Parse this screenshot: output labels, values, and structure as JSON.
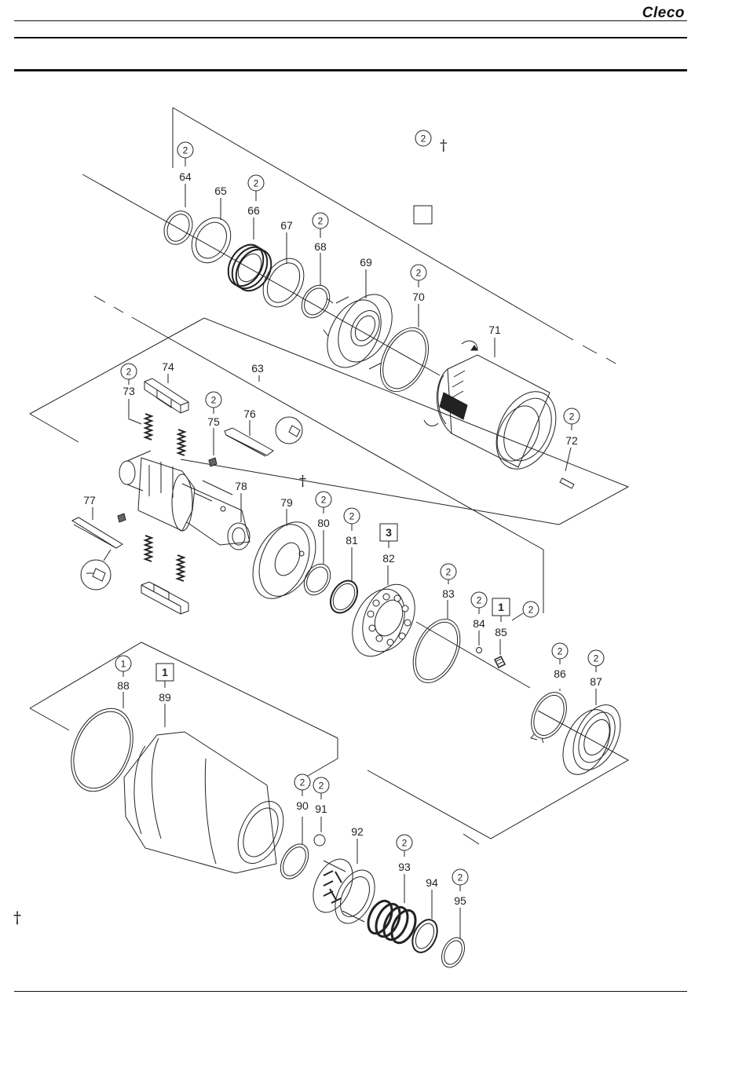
{
  "header": {
    "brand": "Cleco"
  },
  "legend": {
    "circle_number": "2",
    "dagger_symbol": "†"
  },
  "footnote": {
    "dagger_symbol": "†"
  },
  "callouts": [
    {
      "id": "64",
      "badge": "2"
    },
    {
      "id": "65"
    },
    {
      "id": "66",
      "badge": "2"
    },
    {
      "id": "67"
    },
    {
      "id": "68",
      "badge": "2"
    },
    {
      "id": "69"
    },
    {
      "id": "70",
      "badge": "2"
    },
    {
      "id": "71"
    },
    {
      "id": "72",
      "badge": "2"
    },
    {
      "id": "63"
    },
    {
      "id": "73",
      "badge": "2"
    },
    {
      "id": "74"
    },
    {
      "id": "75",
      "badge": "2"
    },
    {
      "id": "76"
    },
    {
      "id": "77"
    },
    {
      "id": "78"
    },
    {
      "id": "79"
    },
    {
      "id": "80",
      "badge": "2"
    },
    {
      "id": "81",
      "badge": "2"
    },
    {
      "id": "82",
      "box": "3"
    },
    {
      "id": "83",
      "badge": "2"
    },
    {
      "id": "84",
      "badge": "2"
    },
    {
      "id": "85",
      "box": "1"
    },
    {
      "id": "86",
      "badge": "2"
    },
    {
      "id": "87",
      "badge": "2"
    },
    {
      "id": "88",
      "badge": "1"
    },
    {
      "id": "89",
      "box": "1"
    },
    {
      "id": "90",
      "badge": "2"
    },
    {
      "id": "91",
      "badge": "2"
    },
    {
      "id": "92"
    },
    {
      "id": "93",
      "badge": "2"
    },
    {
      "id": "94"
    },
    {
      "id": "95",
      "badge": "2"
    }
  ],
  "extra_badges": {
    "b85_side": "2"
  }
}
